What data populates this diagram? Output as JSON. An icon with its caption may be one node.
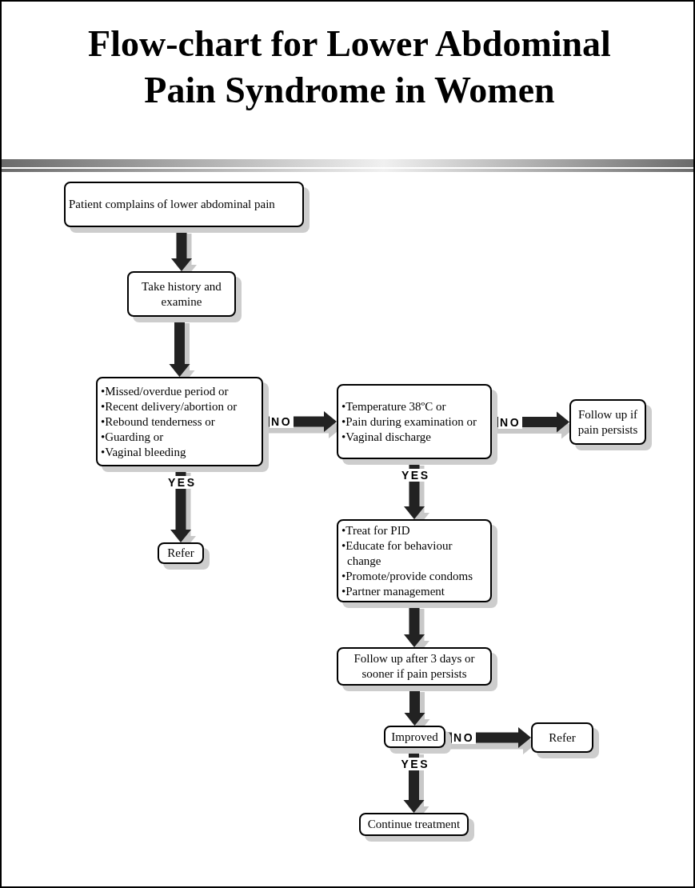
{
  "diagram": {
    "title": "Flow-chart for Lower Abdominal Pain Syndrome in Women",
    "nodes": [
      {
        "text": [
          "Patient complains of lower abdominal pain"
        ]
      },
      {
        "text": [
          "Take history and examine"
        ]
      },
      {
        "text": [
          "•Missed/overdue period or",
          "•Recent delivery/abortion or",
          "•Rebound tenderness or",
          "•Guarding or",
          "•Vaginal bleeding"
        ]
      },
      {
        "text": [
          "•Temperature 38ºC or",
          "•Pain during examination or",
          "•Vaginal discharge"
        ]
      },
      {
        "text": [
          "Follow up if pain persists"
        ]
      },
      {
        "text": [
          "Refer"
        ]
      },
      {
        "text": [
          "•Treat for PID",
          "•Educate for behaviour change",
          "•Promote/provide condoms",
          "•Partner management"
        ]
      },
      {
        "text": [
          "Follow up after 3 days or sooner if pain persists"
        ]
      },
      {
        "text": [
          "Improved"
        ]
      },
      {
        "text": [
          "Refer"
        ]
      },
      {
        "text": [
          "Continue treatment"
        ]
      }
    ],
    "edges": [
      {
        "from": 0,
        "to": 1,
        "arrow": "to"
      },
      {
        "from": 1,
        "to": 2,
        "arrow": "to"
      },
      {
        "from": 2,
        "to": 3,
        "arrow": "to",
        "label": "NO"
      },
      {
        "from": 3,
        "to": 4,
        "arrow": "to",
        "label": "NO"
      },
      {
        "from": 2,
        "to": 5,
        "arrow": "to",
        "label": "YES"
      },
      {
        "from": 3,
        "to": 6,
        "arrow": "to",
        "label": "YES"
      },
      {
        "from": 6,
        "to": 7,
        "arrow": "to"
      },
      {
        "from": 7,
        "to": 8,
        "arrow": "to"
      },
      {
        "from": 8,
        "to": 9,
        "arrow": "to",
        "label": "NO"
      },
      {
        "from": 8,
        "to": 10,
        "arrow": "to",
        "label": "YES"
      }
    ]
  }
}
